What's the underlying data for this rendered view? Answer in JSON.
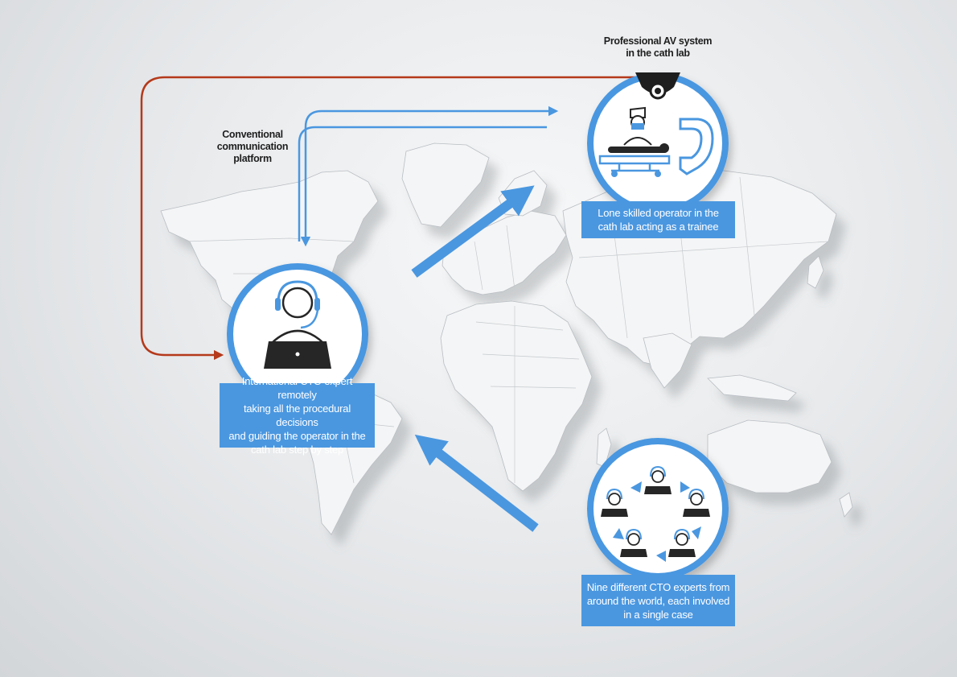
{
  "labels": {
    "av_system": "Professional AV system\nin the cath lab",
    "conventional": "Conventional\ncommunication\nplatform"
  },
  "captions": {
    "operator": "Lone skilled operator in the\ncath lab acting as a trainee",
    "expert": "International CTO expert remotely\ntaking all the procedural decisions\nand guiding the operator in the\ncath lab step by step",
    "nine_experts": "Nine different CTO experts from\naround the world, each involved\nin a single case"
  },
  "colors": {
    "accent_blue": "#4a97e0",
    "av_red": "#b5391a",
    "icon_dark": "#262626",
    "map_land": "#f4f5f6",
    "map_shadow": "#c9ccd0"
  },
  "icons": [
    "dome-camera-icon",
    "surgeon-icon",
    "c-arm-icon",
    "patient-table-icon",
    "headset-expert-icon",
    "laptop-icon"
  ]
}
